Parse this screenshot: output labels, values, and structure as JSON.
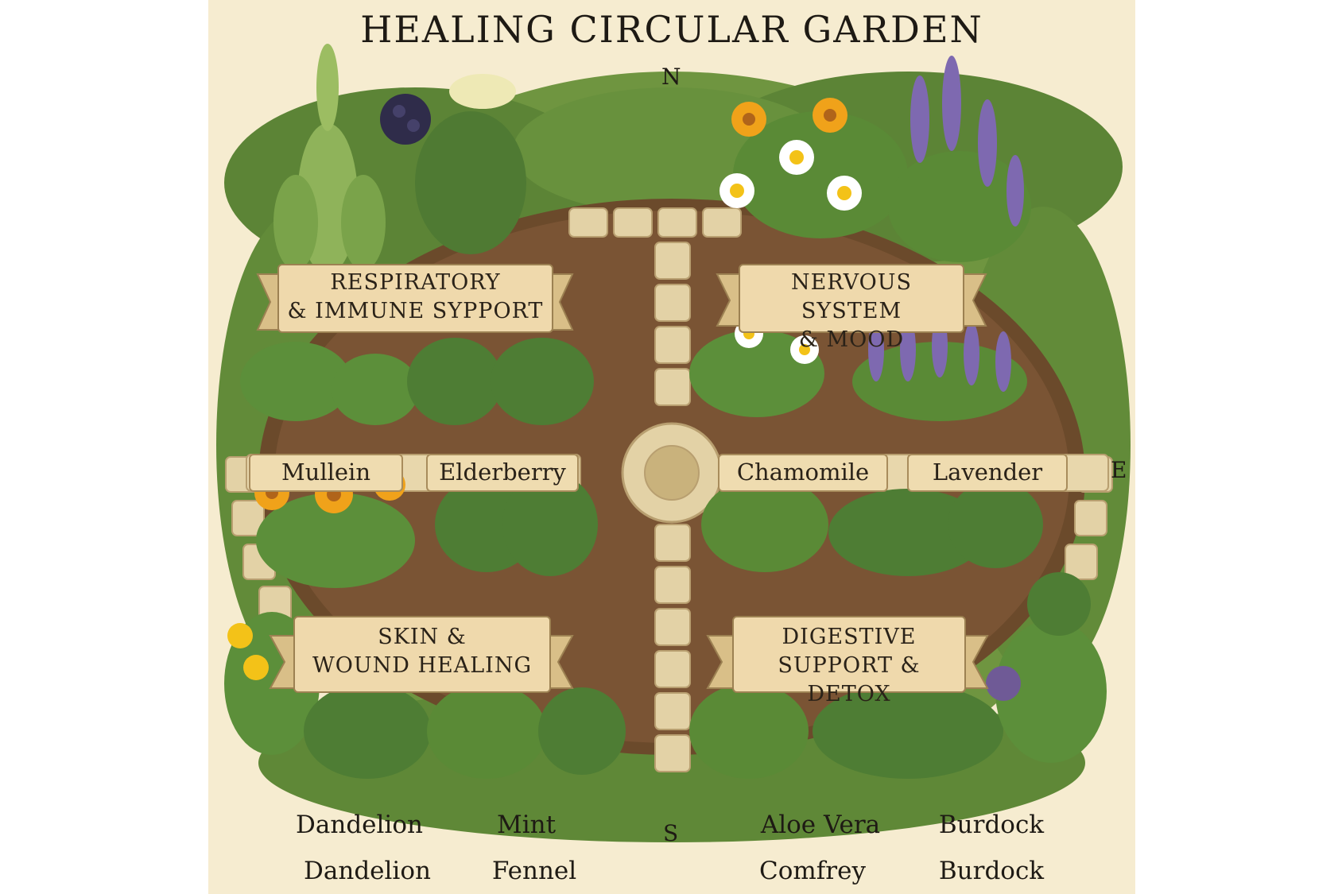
{
  "title": "HEALING CIRCULAR GARDEN",
  "compass": {
    "north": "N",
    "east": "E",
    "south": "S"
  },
  "sections": {
    "respiratory": {
      "line1": "RESPIRATORY",
      "line2": "& IMMUNE SYPPORT"
    },
    "nervous": {
      "line1": "NERVOUS SYSTEM",
      "line2": "& MOOD"
    },
    "skin": {
      "line1": "SKIN &",
      "line2": "WOUND HEALING"
    },
    "digestive": {
      "line1": "DIGESTIVE",
      "line2": "SUPPORT & DETOX"
    }
  },
  "plant_labels": [
    "Mullein",
    "Elderberry",
    "Chamomile",
    "Lavender"
  ],
  "bottom_labels": {
    "row1": [
      "Dandelion",
      "Mint",
      "Aloe Vera",
      "Burdock"
    ],
    "row2": [
      "Dandelion",
      "Fennel",
      "Comfrey",
      "Burdock"
    ]
  },
  "colors": {
    "parchment": "#f6ecd0",
    "soil": "#6b4a2b",
    "foliage": "#5e8a3a",
    "stone": "#e3d2a6",
    "banner": "#efd9ac",
    "flower_orange": "#f0a21a",
    "flower_white": "#ffffff",
    "lavender": "#7e69b0",
    "elderberry": "#2f2c4a"
  }
}
